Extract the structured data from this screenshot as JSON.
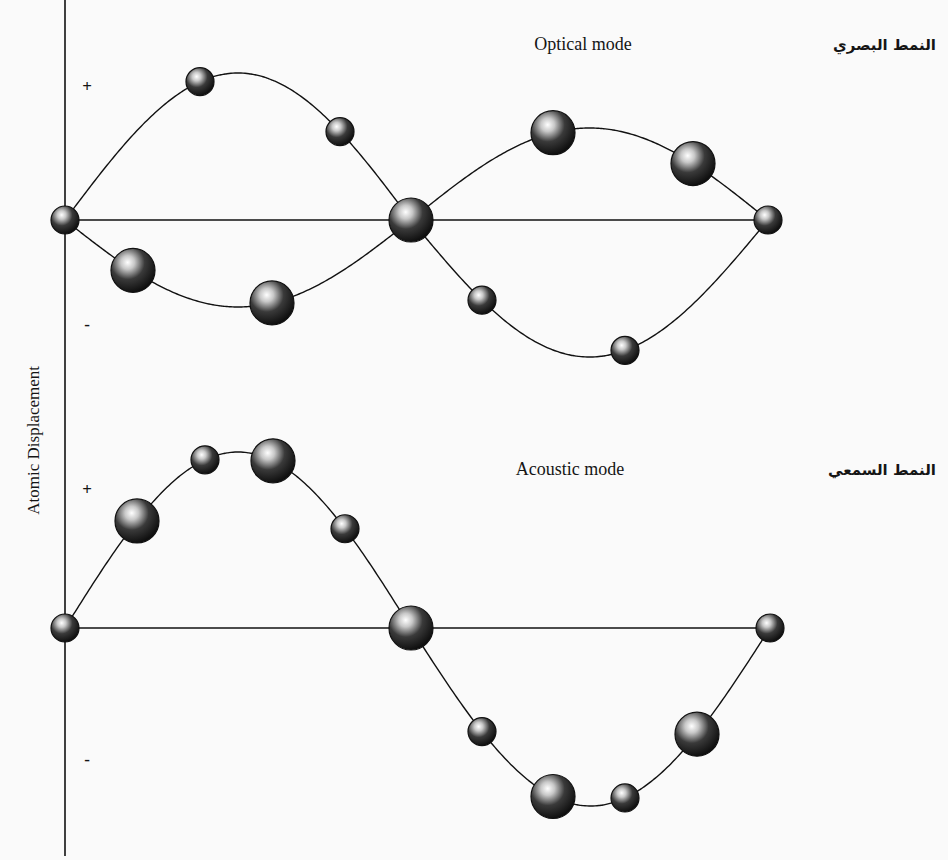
{
  "diagram": {
    "labels": [
      "Optical mode",
      "النمط البصري",
      "Atomic Displacement",
      "Acoustic mode",
      "النمط السمعي",
      "+",
      "-",
      "+",
      "-"
    ]
  }
}
